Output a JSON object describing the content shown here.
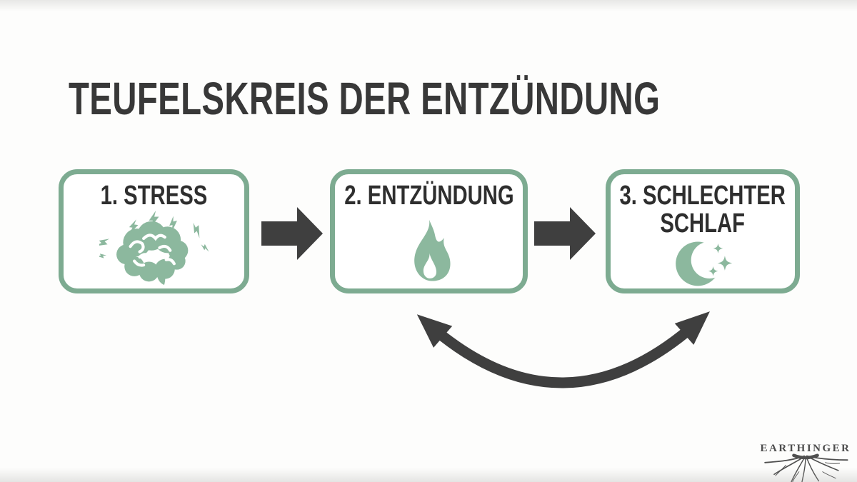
{
  "title": "TEUFELSKREIS DER ENTZÜNDUNG",
  "boxes": [
    {
      "label": "1. STRESS",
      "icon": "stressed-brain-icon"
    },
    {
      "label": "2. ENTZÜNDUNG",
      "icon": "flame-icon"
    },
    {
      "label": "3. SCHLECHTER SCHLAF",
      "icon": "moon-and-stars-icon"
    }
  ],
  "watermark": "EARTHINGER",
  "colors": {
    "accent_green_border": "#7dab91",
    "icon_green": "#8cb89e",
    "title_dark": "#383838",
    "label_dark": "#2e2e2e",
    "arrow_dark": "#3f3f3f",
    "watermark_gray": "#4d4d4d",
    "background": "#fdfdfc"
  }
}
